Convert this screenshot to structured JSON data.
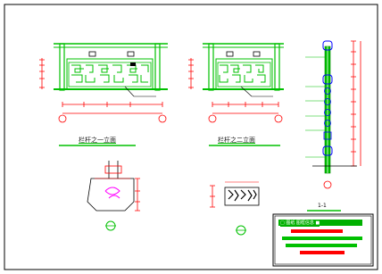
{
  "drawing": {
    "elevation_1_title": "栏杆之一立面",
    "elevation_2_title": "栏杆之二立面",
    "section_label": "1-1",
    "title_block_text": "□ 图纸 图框信息 ■"
  },
  "colors": {
    "outline": "#000000",
    "railing": "#00c000",
    "dimension": "#ff0000",
    "marker": "#0000ff",
    "detail": "#ff00ff",
    "title_bar": "#ff0000"
  }
}
